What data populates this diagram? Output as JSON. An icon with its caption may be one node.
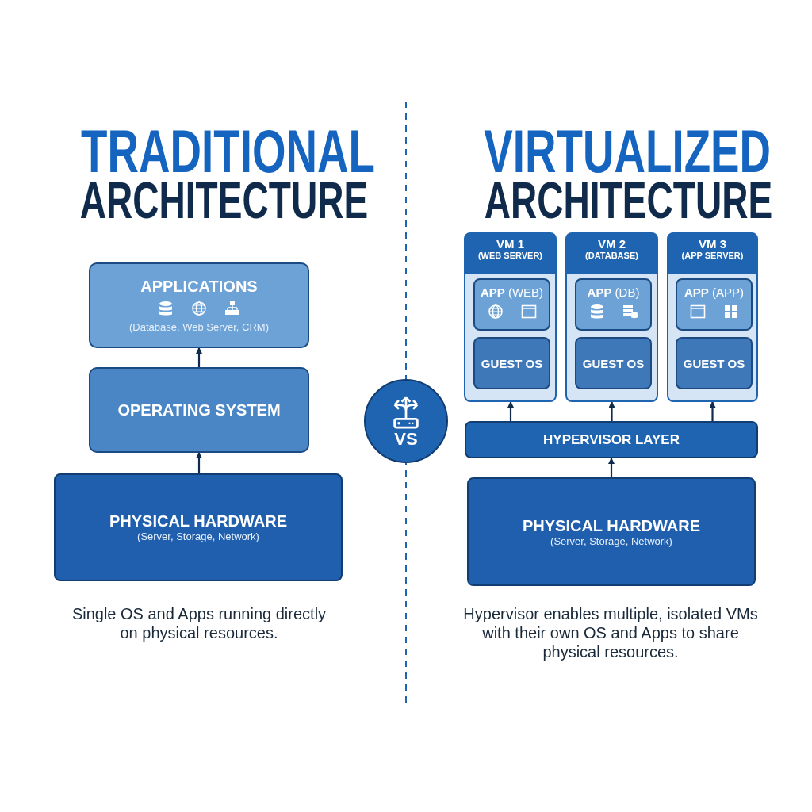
{
  "diagram": {
    "nodes": [
      {
        "text": [
          "APPLICATIONS",
          "(Database, Web Server, CRM)"
        ]
      },
      {
        "text": [
          "OPERATING SYSTEM"
        ]
      },
      {
        "text": [
          "PHYSICAL HARDWARE",
          "(Server, Storage, Network)"
        ]
      },
      {
        "text": [
          "VS"
        ]
      },
      {
        "text": [
          "VM 1",
          "(WEB SERVER)"
        ]
      },
      {
        "text": [
          "**APP** (WEB)"
        ],
        "in": 4
      },
      {
        "text": [
          "GUEST OS"
        ],
        "in": 4
      },
      {
        "text": [
          "VM 2",
          "(DATABASE)"
        ]
      },
      {
        "text": [
          "**APP** (DB)"
        ],
        "in": 7
      },
      {
        "text": [
          "GUEST OS"
        ],
        "in": 7
      },
      {
        "text": [
          "VM 3",
          "(APP SERVER)"
        ]
      },
      {
        "text": [
          "**APP** (APP)"
        ],
        "in": 10
      },
      {
        "text": [
          "GUEST OS"
        ],
        "in": 10
      },
      {
        "text": [
          "HYPERVISOR LAYER"
        ]
      },
      {
        "text": [
          "PHYSICAL HARDWARE",
          "(Server, Storage, Network)"
        ]
      }
    ],
    "edges": [
      {
        "from": 1,
        "to": 0,
        "arrow": "to"
      },
      {
        "from": 2,
        "to": 1,
        "arrow": "to"
      },
      {
        "from": 13,
        "to": 4,
        "arrow": "to"
      },
      {
        "from": 13,
        "to": 7,
        "arrow": "to"
      },
      {
        "from": 13,
        "to": 10,
        "arrow": "to"
      },
      {
        "from": 14,
        "to": 13,
        "arrow": "to"
      }
    ],
    "labels": [
      "TRADITIONAL",
      "ARCHITECTURE",
      "VIRTUALIZED",
      "ARCHITECTURE",
      "Single OS and Apps running directly on physical resources.",
      "Hypervisor enables multiple, isolated VMs with their own OS and Apps to share physical resources."
    ]
  }
}
